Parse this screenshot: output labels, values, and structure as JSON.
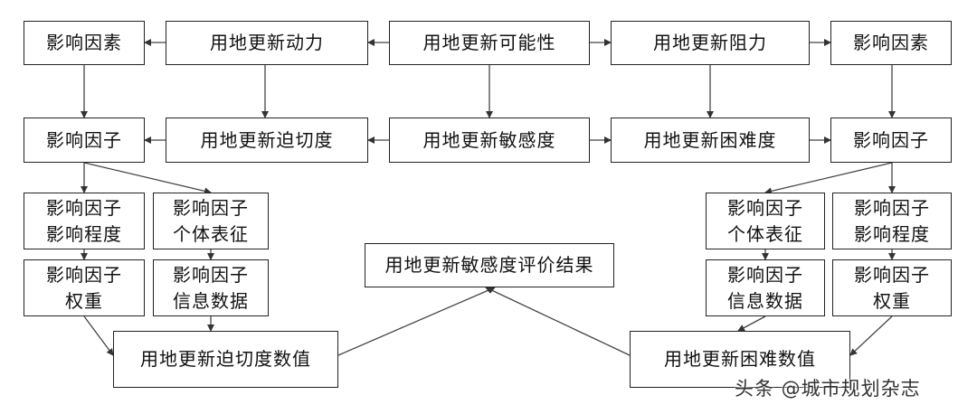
{
  "nodes": {
    "influence_factors_left": "影响因素",
    "renewal_driving_force": "用地更新动力",
    "renewal_possibility": "用地更新可能性",
    "renewal_resistance": "用地更新阻力",
    "influence_factors_right": "影响因素",
    "influence_factor_left": "影响因子",
    "renewal_urgency": "用地更新迫切度",
    "renewal_sensitivity": "用地更新敏感度",
    "renewal_difficulty": "用地更新困难度",
    "influence_factor_right": "影响因子",
    "factor_degree_left": "影响因子\n影响程度",
    "factor_individual_left": "影响因子\n个体表征",
    "factor_individual_right": "影响因子\n个体表征",
    "factor_degree_right": "影响因子\n影响程度",
    "factor_weight_left": "影响因子\n权重",
    "factor_info_left": "影响因子\n信息数据",
    "factor_info_right": "影响因子\n信息数据",
    "factor_weight_right": "影响因子\n权重",
    "sensitivity_result": "用地更新敏感度评价结果",
    "urgency_value": "用地更新迫切度数值",
    "difficulty_value": "用地更新困难数值"
  },
  "watermark": "头条 @城市规划杂志",
  "colors": {
    "line": "#444444",
    "border": "#222222",
    "text": "#111111"
  }
}
